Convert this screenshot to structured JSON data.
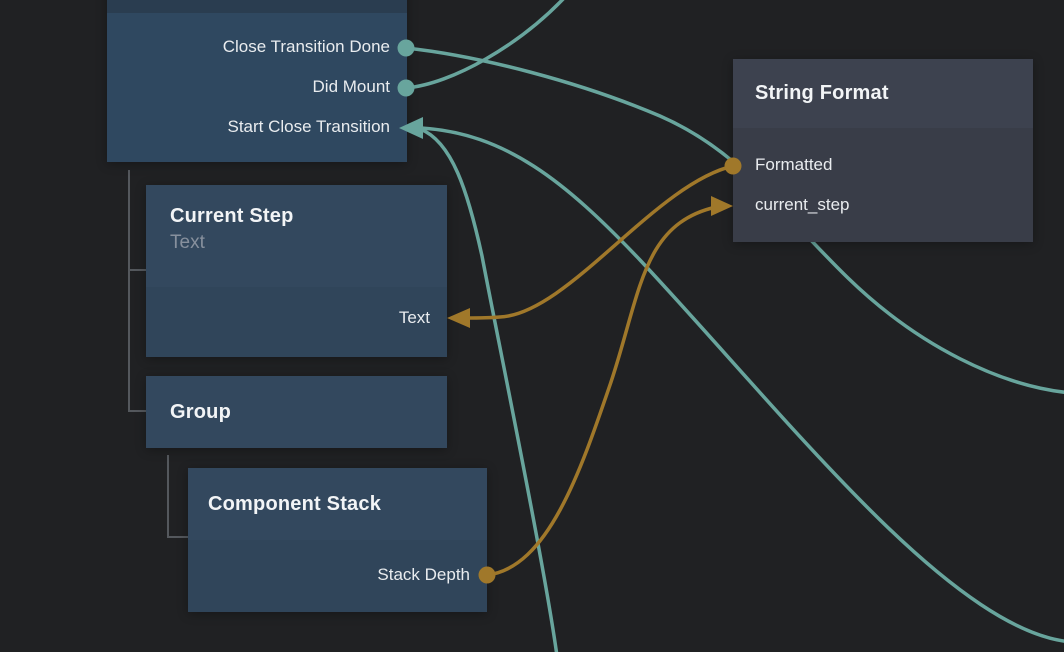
{
  "canvas": {
    "background_color": "#202123",
    "type": "node-graph-editor"
  },
  "palette": {
    "signal_wire": "#68a59d",
    "data_wire": "#a0782a",
    "blue_node_header": "#33485e",
    "blue_node_body": "#30455a",
    "clipped_node_header": "#2a3d50",
    "clipped_node_body": "#2f4860",
    "gray_node_header": "#3d424f",
    "gray_node_body": "#393d48",
    "port_text": "#e9ecef",
    "title_text": "#f2f4f6",
    "subtitle_text": "#87909d",
    "tree_line": "#54585d"
  },
  "nodes": [
    {
      "id": "clipped-node",
      "ports": [
        {
          "label": "Close Transition Done",
          "kind": "signal-output"
        },
        {
          "label": "Did Mount",
          "kind": "signal-output"
        },
        {
          "label": "Start Close Transition",
          "kind": "signal-input"
        }
      ]
    },
    {
      "id": "current-step",
      "title": "Current Step",
      "subtitle": "Text",
      "ports": [
        {
          "label": "Text",
          "kind": "data-input"
        }
      ]
    },
    {
      "id": "group",
      "title": "Group",
      "ports": []
    },
    {
      "id": "component-stack",
      "title": "Component Stack",
      "ports": [
        {
          "label": "Stack Depth",
          "kind": "data-output"
        }
      ]
    },
    {
      "id": "string-format",
      "title": "String Format",
      "ports": [
        {
          "label": "Formatted",
          "kind": "data-output"
        },
        {
          "label": "current_step",
          "kind": "data-input"
        }
      ]
    }
  ],
  "edges": [
    {
      "from": "string-format.Formatted",
      "to": "current-step.Text",
      "type": "data"
    },
    {
      "from": "component-stack.Stack Depth",
      "to": "string-format.current_step",
      "type": "data"
    },
    {
      "from": "clipped-node.Close Transition Done",
      "to": "offscreen-right",
      "type": "signal"
    },
    {
      "from": "clipped-node.Did Mount",
      "to": "offscreen-top",
      "type": "signal"
    },
    {
      "from": "offscreen-bottom-right",
      "to": "clipped-node.Start Close Transition",
      "type": "signal"
    },
    {
      "from": "offscreen-bottom",
      "to": "clipped-node.Start Close Transition",
      "type": "signal"
    }
  ]
}
